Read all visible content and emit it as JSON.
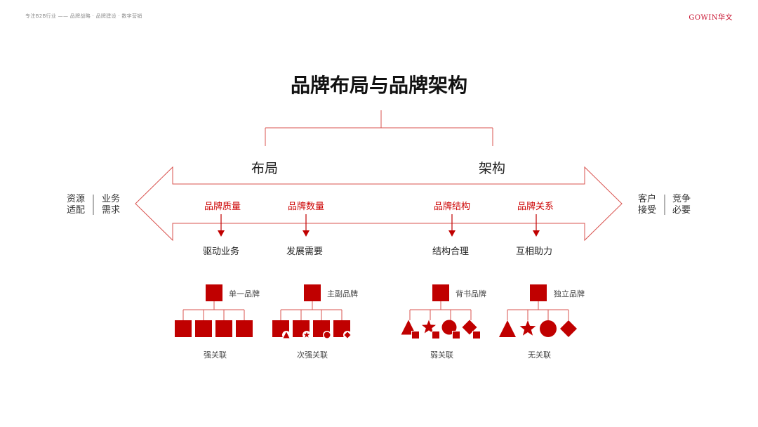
{
  "header": {
    "tagline": "专注B2B行业 —— 品牌战略 · 品牌建设 · 数字营销",
    "logo": "GOWIN华文"
  },
  "title": "品牌布局与品牌架构",
  "branches": {
    "left": "布局",
    "right": "架构"
  },
  "side_left": {
    "col1": [
      "资源",
      "适配"
    ],
    "col2": [
      "业务",
      "需求"
    ]
  },
  "side_right": {
    "col1": [
      "客户",
      "接受"
    ],
    "col2": [
      "竞争",
      "必要"
    ]
  },
  "factors": [
    {
      "label": "品牌质量",
      "result": "驱动业务"
    },
    {
      "label": "品牌数量",
      "result": "发展需要"
    },
    {
      "label": "品牌结构",
      "result": "结构合理"
    },
    {
      "label": "品牌关系",
      "result": "互相助力"
    }
  ],
  "groups": [
    {
      "top_label": "单一品牌",
      "caption": "强关联",
      "children": [
        "square",
        "square",
        "square",
        "square"
      ]
    },
    {
      "top_label": "主副品牌",
      "caption": "次强关联",
      "children": [
        "square-triangle",
        "square-star",
        "square-circle",
        "square-diamond"
      ]
    },
    {
      "top_label": "背书品牌",
      "caption": "弱关联",
      "children": [
        "triangle-square",
        "star-square",
        "circle-square",
        "diamond-square"
      ]
    },
    {
      "top_label": "独立品牌",
      "caption": "无关联",
      "children": [
        "triangle",
        "star",
        "circle",
        "diamond"
      ]
    }
  ],
  "colors": {
    "accent": "#c00000",
    "line": "#d9534f"
  }
}
